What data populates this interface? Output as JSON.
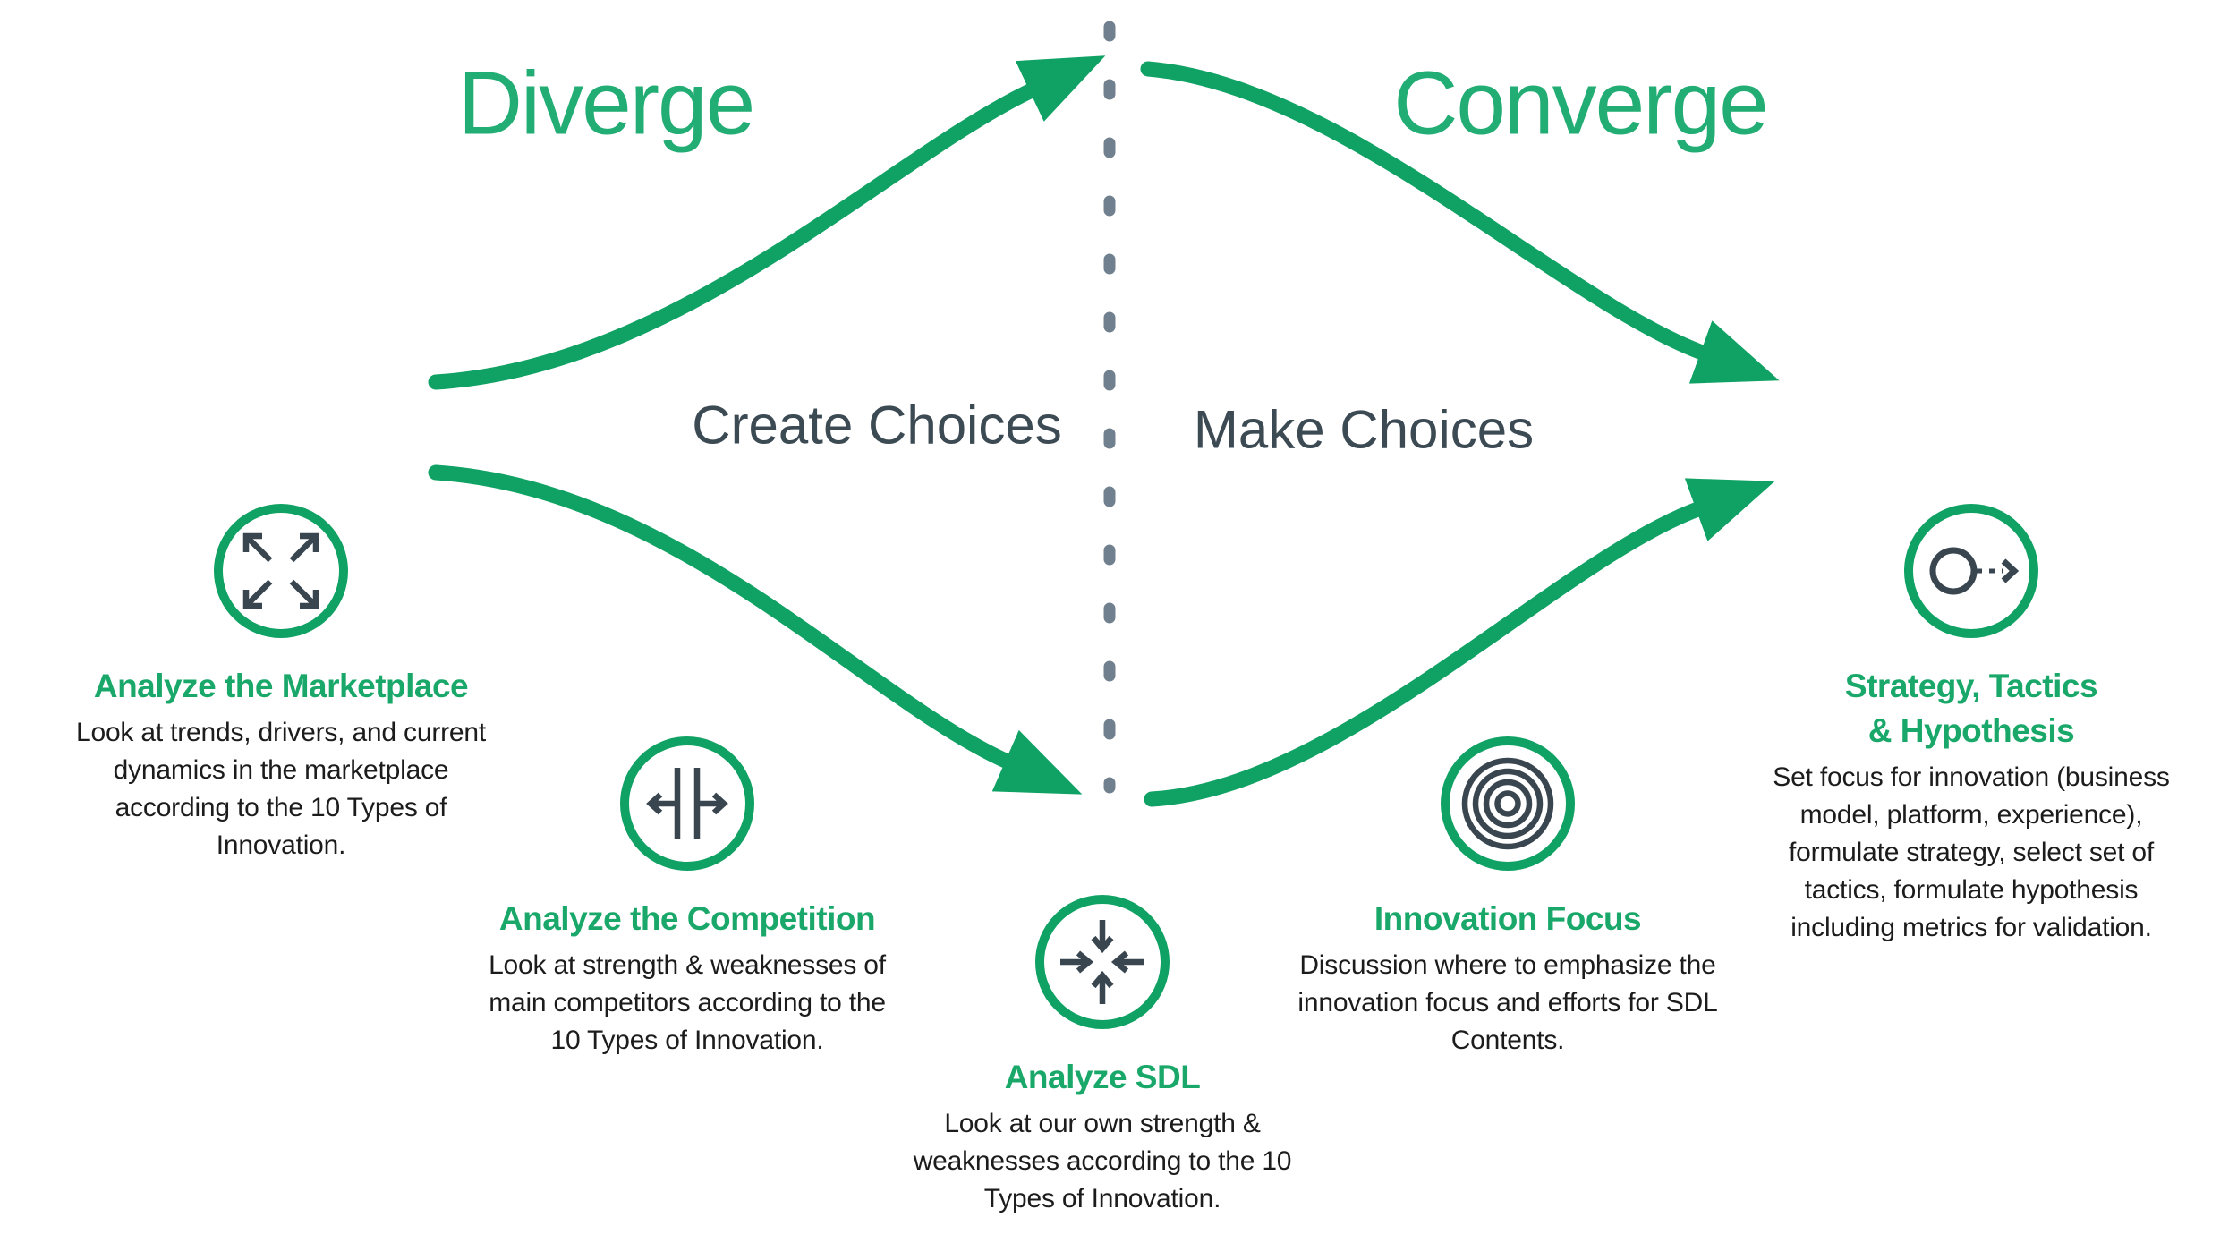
{
  "palette": {
    "curve_green": "#10A264",
    "title_green": "#1AA86A",
    "header_green": "#22AD74",
    "slate_text": "#3C4A54",
    "icon_glyph": "#394650",
    "divider_gray": "#71808E",
    "body_text": "#1C1C1C"
  },
  "phases": {
    "diverge_label": "Diverge",
    "converge_label": "Converge",
    "left_caption": "Create Choices",
    "right_caption": "Make Choices"
  },
  "stages": [
    {
      "id": "analyze-marketplace",
      "icon": "expand-arrows-icon",
      "title": "Analyze the Marketplace",
      "description_lines": [
        "Look at trends, drivers, and current",
        "dynamics in the marketplace",
        "according to the 10 Types of",
        "Innovation."
      ]
    },
    {
      "id": "analyze-competition",
      "icon": "compare-arrows-icon",
      "title": "Analyze the Competition",
      "description_lines": [
        "Look at strength & weaknesses of",
        "main competitors according to the",
        "10 Types of Innovation."
      ]
    },
    {
      "id": "analyze-sdl",
      "icon": "converge-arrows-icon",
      "title": "Analyze SDL",
      "description_lines": [
        "Look at our own strength &",
        "weaknesses  according to the 10",
        "Types of Innovation."
      ]
    },
    {
      "id": "innovation-focus",
      "icon": "target-icon",
      "title": "Innovation Focus",
      "description_lines": [
        "Discussion where to emphasize the",
        "innovation focus and efforts for SDL",
        "Contents."
      ]
    },
    {
      "id": "strategy-tactics-hypothesis",
      "icon": "circle-arrow-icon",
      "title": "Strategy, Tactics\n& Hypothesis",
      "description_lines": [
        "Set focus for innovation (business",
        "model, platform, experience),",
        "formulate strategy, select set of",
        "tactics, formulate hypothesis",
        "including metrics for validation."
      ]
    }
  ]
}
